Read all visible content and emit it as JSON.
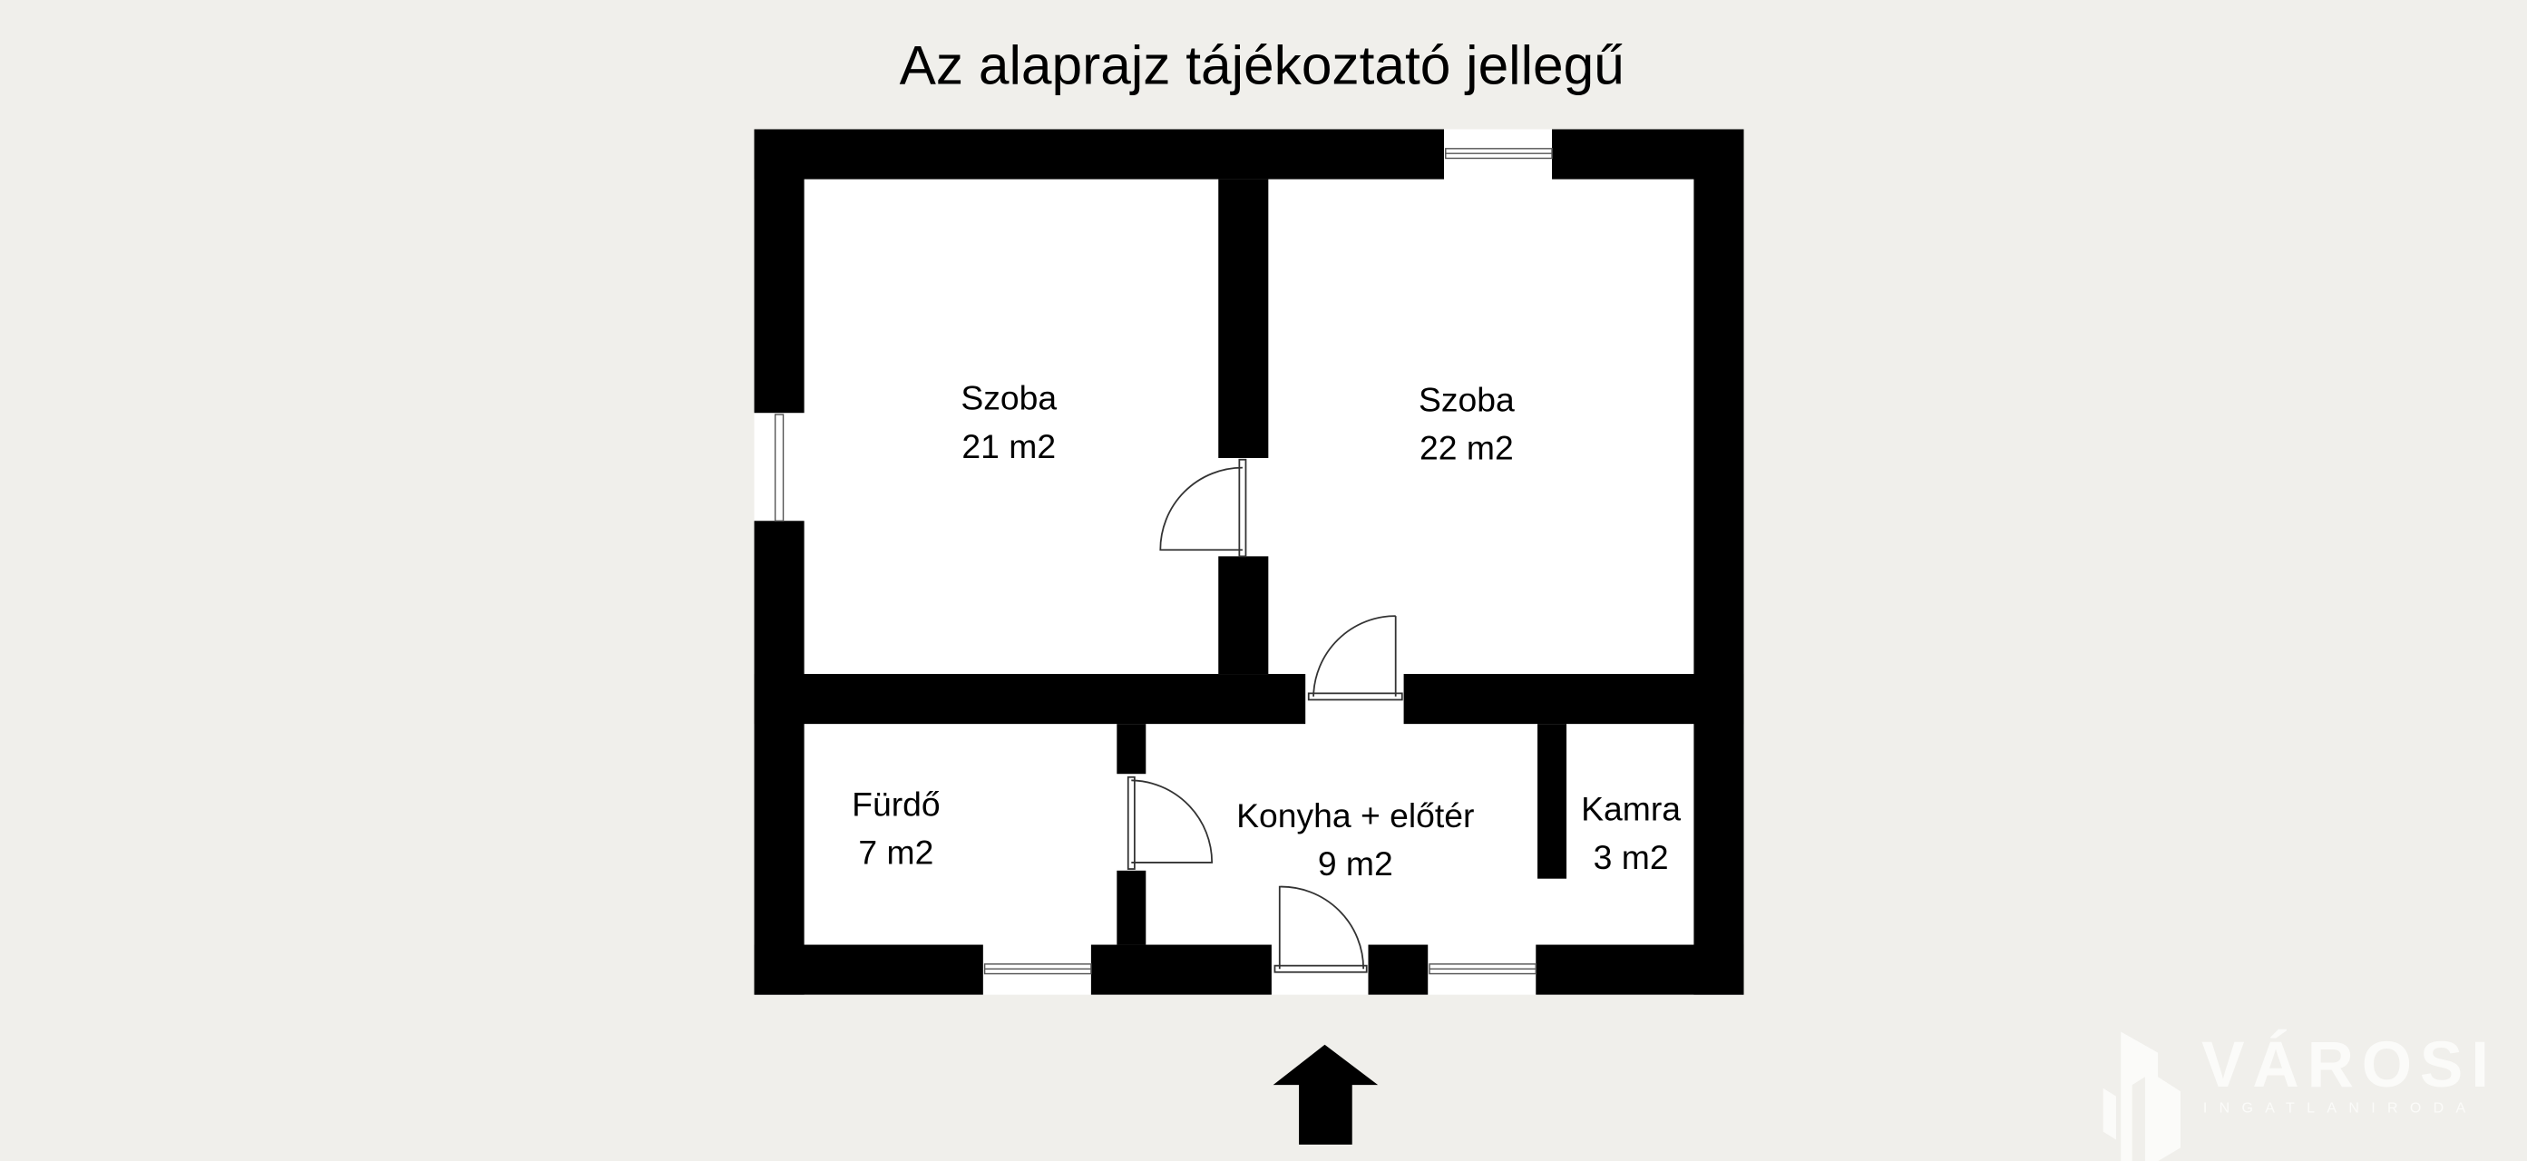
{
  "title": "Az alaprajz tájékoztató jellegű",
  "rooms": [
    {
      "name": "Szoba",
      "area": "21 m2"
    },
    {
      "name": "Szoba",
      "area": "22 m2"
    },
    {
      "name": "Fürdő",
      "area": "7 m2"
    },
    {
      "name": "Konyha + előtér",
      "area": "9 m2"
    },
    {
      "name": "Kamra",
      "area": "3 m2"
    }
  ],
  "entrance_icon": "arrow-up-icon",
  "logo": {
    "name": "VÁROSI",
    "subtitle": "INGATLANIRODA"
  },
  "colors": {
    "background": "#f0efeb",
    "wall": "#000000",
    "floor": "#ffffff",
    "logo": "#fbfbf9"
  }
}
